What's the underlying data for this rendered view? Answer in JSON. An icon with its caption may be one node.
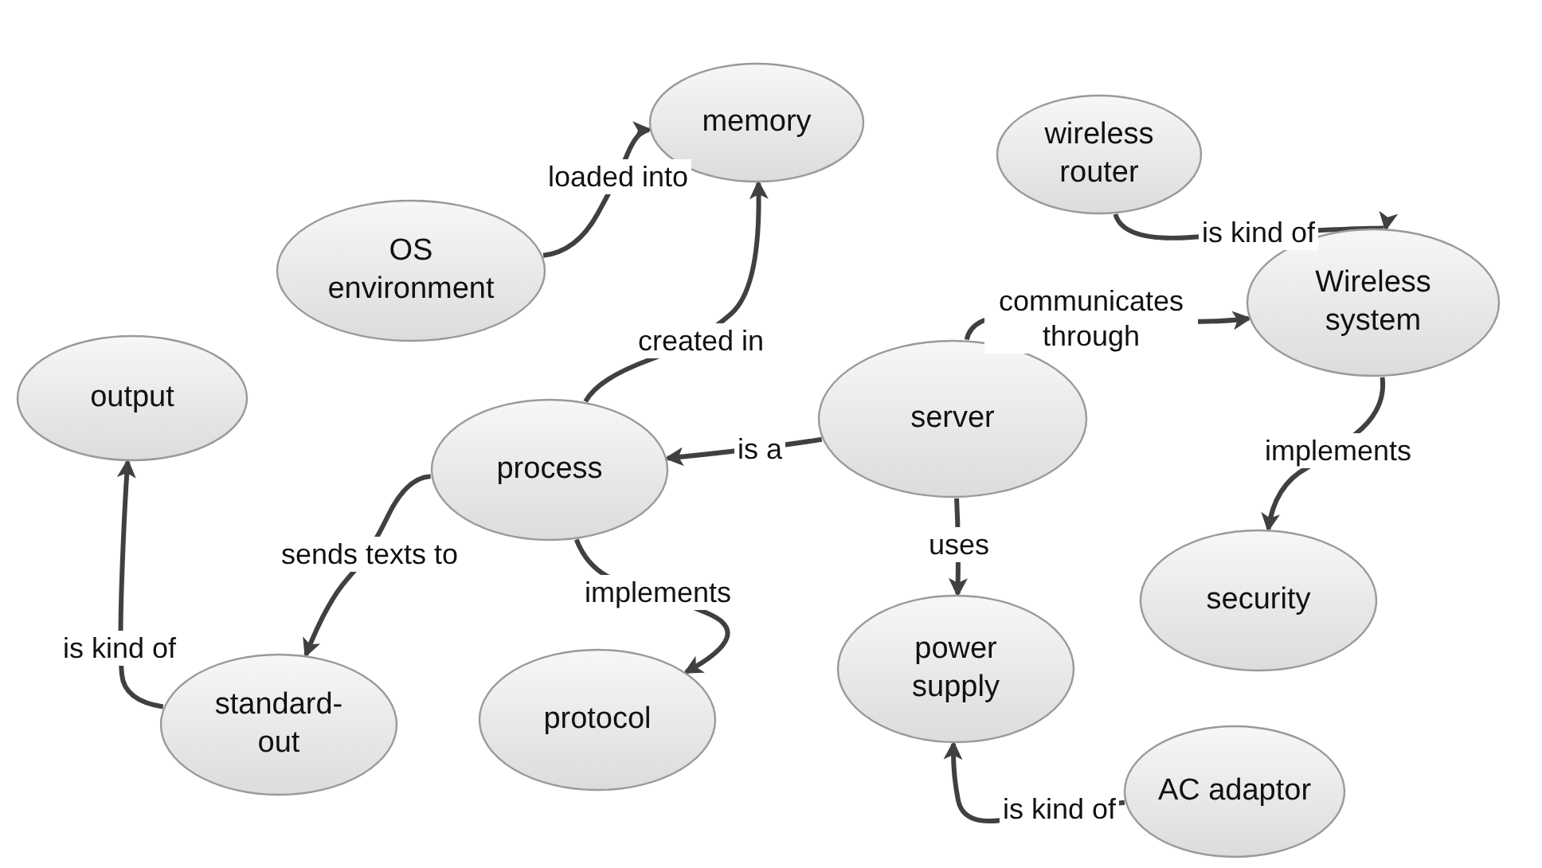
{
  "diagram": {
    "nodes": [
      {
        "text": [
          "memory"
        ]
      },
      {
        "text": [
          "wireless router"
        ]
      },
      {
        "text": [
          "OS environment"
        ]
      },
      {
        "text": [
          "Wireless system"
        ]
      },
      {
        "text": [
          "output"
        ]
      },
      {
        "text": [
          "server"
        ]
      },
      {
        "text": [
          "process"
        ]
      },
      {
        "text": [
          "security"
        ]
      },
      {
        "text": [
          "power supply"
        ]
      },
      {
        "text": [
          "standard-out"
        ]
      },
      {
        "text": [
          "protocol"
        ]
      },
      {
        "text": [
          "AC adaptor"
        ]
      }
    ],
    "edges": [
      {
        "from": 2,
        "to": 0,
        "arrow": "to",
        "label": "loaded into"
      },
      {
        "from": 1,
        "to": 3,
        "arrow": "to",
        "label": "is kind of"
      },
      {
        "from": 5,
        "to": 3,
        "arrow": "to",
        "label": "communicates through"
      },
      {
        "from": 6,
        "to": 0,
        "arrow": "to",
        "label": "created in"
      },
      {
        "from": 5,
        "to": 6,
        "arrow": "to",
        "label": "is a"
      },
      {
        "from": 3,
        "to": 7,
        "arrow": "to",
        "label": "implements"
      },
      {
        "from": 5,
        "to": 8,
        "arrow": "to",
        "label": "uses"
      },
      {
        "from": 6,
        "to": 9,
        "arrow": "to",
        "label": "sends texts to"
      },
      {
        "from": 6,
        "to": 10,
        "arrow": "to",
        "label": "implements"
      },
      {
        "from": 9,
        "to": 4,
        "arrow": "to",
        "label": "is kind of"
      },
      {
        "from": 11,
        "to": 8,
        "arrow": "to",
        "label": "is kind of"
      }
    ]
  }
}
